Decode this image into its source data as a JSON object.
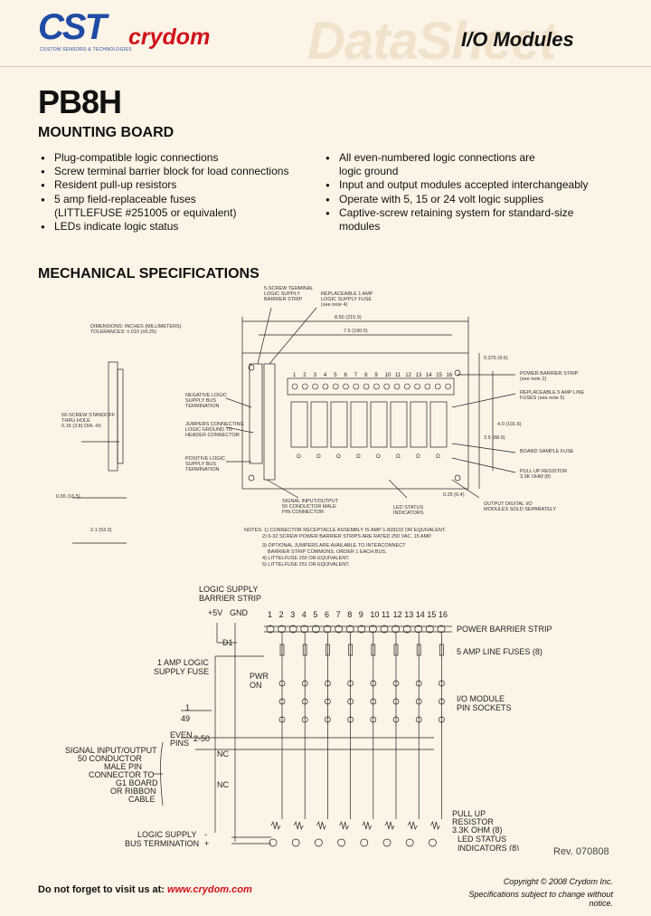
{
  "header": {
    "brand_cst": "CST",
    "brand_cst_sub": "CUSTOM SENSORS & TECHNOLOGIES",
    "brand_crydom": "crydom",
    "watermark": "DataSheet",
    "section_title": "I/O Modules"
  },
  "product": {
    "part_number": "PB8H",
    "subtitle": "MOUNTING BOARD"
  },
  "features_left": [
    "Plug-compatible logic connections",
    "Screw terminal barrier block for load connections",
    "Resident pull-up resistors",
    "5 amp field-replaceable fuses",
    "(LITTLEFUSE #251005 or equivalent)",
    "LEDs indicate logic status"
  ],
  "features_right": [
    "All even-numbered logic connections are",
    "logic ground",
    "Input and output modules accepted interchangeably",
    "Operate with 5, 15 or 24 volt logic supplies",
    "Captive-screw retaining system for standard-size",
    "modules"
  ],
  "mechanical": {
    "heading": "MECHANICAL SPECIFICATIONS",
    "labels": {
      "logic_terminal": "5-SCREW TERMINAL",
      "logic_strip": "LOGIC SUPPLY",
      "barrier_strip": "BARRIER STRIP",
      "fuse_1": "REPLACEABLE 1 AMP",
      "fuse_2": "LOGIC SUPPLY FUSE",
      "fuse_3": "(see note 4)",
      "dims_1": "DIMENSIONS: INCHES (MILLIMETERS)",
      "dims_2": "TOLERANCES: ±.010 (±0.25)",
      "dim_width": "8.50 (215.9)",
      "dim_inner": "7.5 (190.5)",
      "dim_right": "0.375 (9.5)",
      "power_strip": "POWER BARRIER STRIP",
      "power_strip_2": "(see note 2)",
      "fuses_1": "REPLACEABLE 5 AMP LINE",
      "fuses_2": "FUSES (see note 5)",
      "neg_1": "NEGATIVE LOGIC",
      "neg_2": "SUPPLY BUS",
      "neg_3": "TERMINATION",
      "std_1": "50-SCREW STANDOFF",
      "std_2": "THRU HOLE",
      "std_3": "0.15 (3.8) DIA. 4X",
      "jumpers_1": "JUMPERS CONNECTING",
      "jumpers_2": "LOGIC GROUND TO",
      "jumpers_3": "HEADER CONNECTOR",
      "pos_1": "POSITIVE LOGIC",
      "pos_2": "SUPPLY BUS",
      "pos_3": "TERMINATION",
      "dim_height": "4.0 (101.6)",
      "dim_height2": "3.5 (88.9)",
      "board_fuse": "BOARD SAMPLE FUSE",
      "pullup_1": "PULL UP RESISTOR",
      "pullup_2": "3.3K OHM (8)",
      "dim_left": "0.65 (16.5)",
      "dim_bottom": "0.25 (6.4)",
      "signal_1": "SIGNAL INPUT/OUTPUT",
      "signal_2": "50 CONDUCTOR MALE",
      "signal_3": "PIN CONNECTOR",
      "led_1": "LED STATUS",
      "led_2": "INDICATORS",
      "module_1": "OUTPUT DIGITAL I/O",
      "module_2": "MODULES SOLD SEPARATELY",
      "dim_depth": "2.1 (53.3)",
      "notes": [
        "NOTES: 1) CONNECTOR RECEPTACLE ASSEMBLY IS AMP 1-828102 OR EQUIVALENT.",
        "2) 6-32 SCREW POWER BARRIER STRIPS ARE RATED 250 VAC, 15 AMP.",
        "3) OPTIONAL JUMPERS ARE AVAILABLE TO INTERCONNECT",
        "BARRIER STRIP COMMONS. ORDER 1 EACH BUS.",
        "4) LITTELFUSE 250 OR EQUIVALENT.",
        "5) LITTELFUSE 251 OR EQUIVALENT."
      ],
      "pos_numbers": [
        "1",
        "2",
        "3",
        "4",
        "5",
        "6",
        "7",
        "8",
        "9",
        "10",
        "11",
        "12",
        "13",
        "14",
        "15",
        "16"
      ],
      "module_letters": [
        "O",
        "O",
        "O",
        "O",
        "O",
        "O",
        "O",
        "O"
      ]
    }
  },
  "schematic": {
    "logic_1": "LOGIC SUPPLY",
    "logic_2": "BARRIER STRIP",
    "plus5": "+5V",
    "gnd": "GND",
    "d1": "D1",
    "fuse_1": "1 AMP LOGIC",
    "fuse_2": "SUPPLY FUSE",
    "pwr": "PWR",
    "on": "ON",
    "pin1": "1",
    "pin49": "49",
    "even_1": "EVEN",
    "even_2": "PINS",
    "even_3": "2-50",
    "nc1": "NC",
    "nc2": "NC",
    "sig_1": "SIGNAL INPUT/OUTPUT",
    "sig_2": "50 CONDUCTOR",
    "sig_3": "MALE PIN",
    "sig_4": "CONNECTOR TO",
    "sig_5": "G1 BOARD",
    "sig_6": "OR RIBBON",
    "sig_7": "CABLE",
    "ls_1": "LOGIC SUPPLY",
    "ls_2": "BUS TERMINATION",
    "ls_minus": "-",
    "ls_plus": "+",
    "power_strip": "POWER BARRIER STRIP",
    "line_fuses": "5 AMP LINE FUSES (8)",
    "io_1": "I/O MODULE",
    "io_2": "PIN SOCKETS",
    "pull_1": "PULL UP",
    "pull_2": "RESISTOR",
    "pull_3": "3.3K OHM (8)",
    "led_1": "LED STATUS",
    "led_2": "INDICATORS (8)",
    "numbers": [
      "1",
      "2",
      "3",
      "4",
      "5",
      "6",
      "7",
      "8",
      "9",
      "10",
      "11",
      "12",
      "13",
      "14",
      "15",
      "16"
    ]
  },
  "footer": {
    "visit": "Do not forget to visit us at:",
    "url": "www.crydom.com",
    "revision": "Rev. 070808",
    "copyright": "Copyright © 2008 Crydom Inc.",
    "specs": "Specifications subject to change without notice."
  }
}
